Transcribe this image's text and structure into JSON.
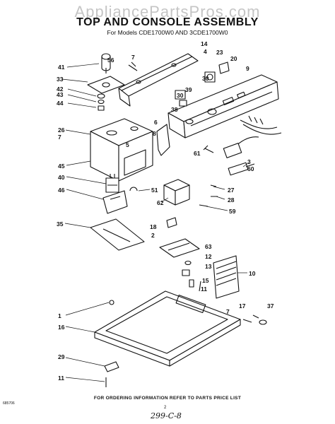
{
  "watermark": "AppliancePartsPros.com",
  "title": "TOP AND CONSOLE ASSEMBLY",
  "subtitle": "For Models CDE1700W0 AND 3CDE1700W0",
  "footer": "FOR ORDERING INFORMATION REFER TO PARTS PRICE LIST",
  "footer_code": "685706",
  "page_number": "2",
  "handwritten_note": "299-C-8",
  "callouts": [
    "41",
    "56",
    "7",
    "14",
    "4",
    "23",
    "20",
    "9",
    "33",
    "42",
    "43",
    "44",
    "30",
    "39",
    "30",
    "38",
    "6",
    "8",
    "26",
    "7",
    "5",
    "45",
    "40",
    "61",
    "3",
    "60",
    "51",
    "27",
    "28",
    "46",
    "62",
    "59",
    "35",
    "18",
    "2",
    "63",
    "12",
    "13",
    "10",
    "15",
    "11",
    "17",
    "37",
    "7",
    "1",
    "16",
    "29",
    "11"
  ]
}
